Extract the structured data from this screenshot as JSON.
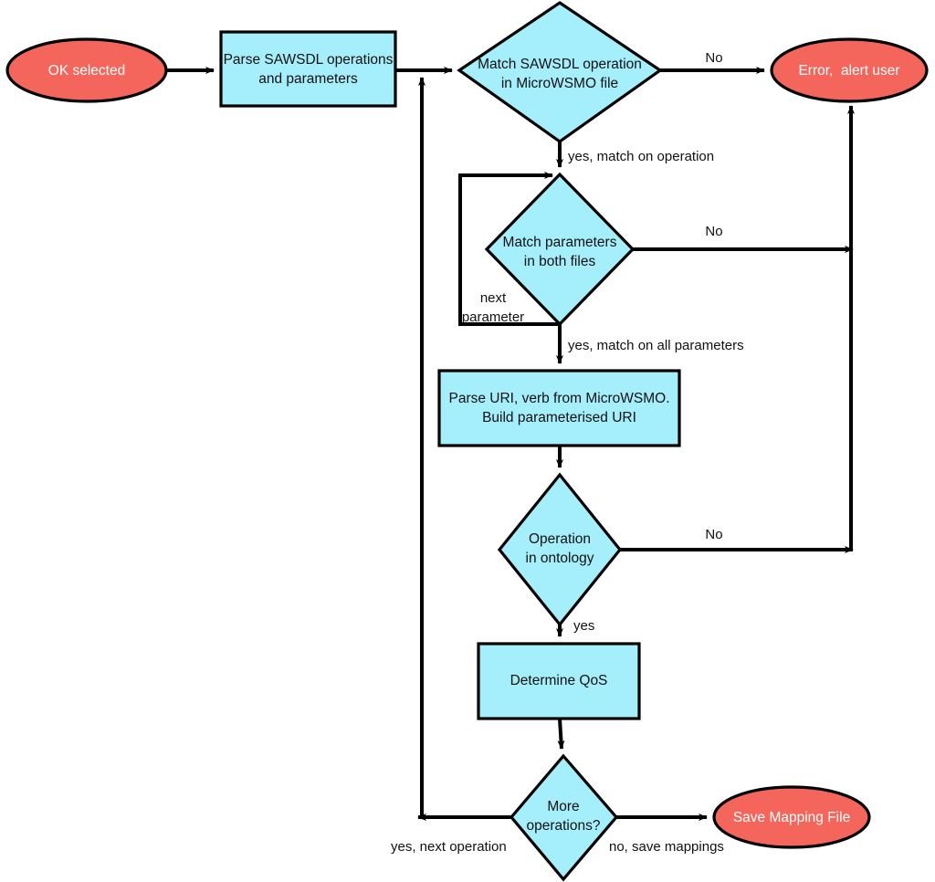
{
  "diagram": {
    "title": "SAWSDL to MicroWSMO mapping flowchart",
    "colors": {
      "process_fill": "#a5eefb",
      "terminal_fill": "#f4655b",
      "stroke": "#000000",
      "background": "#ffffff",
      "terminal_text": "#ffffff",
      "process_text": "#111111"
    }
  },
  "nodes": {
    "ok_selected": {
      "shape": "ellipse",
      "label": "OK selected"
    },
    "parse_sawsdl": {
      "shape": "rectangle",
      "label_line1": "Parse SAWSDL operations",
      "label_line2": "and parameters"
    },
    "match_operation": {
      "shape": "diamond",
      "label_line1": "Match SAWSDL operation",
      "label_line2": "in MicroWSMO file"
    },
    "error_alert": {
      "shape": "ellipse",
      "label": "Error,  alert user"
    },
    "match_parameters": {
      "shape": "diamond",
      "label_line1": "Match parameters",
      "label_line2": "in both files"
    },
    "parse_uri": {
      "shape": "rectangle",
      "label_line1": "Parse URI, verb from MicroWSMO.",
      "label_line2": "Build parameterised URI"
    },
    "operation_in_ontology": {
      "shape": "diamond",
      "label_line1": "Operation",
      "label_line2": "in ontology"
    },
    "determine_qos": {
      "shape": "rectangle",
      "label": "Determine QoS"
    },
    "more_operations": {
      "shape": "diamond",
      "label_line1": "More",
      "label_line2": "operations?"
    },
    "save_mapping_file": {
      "shape": "ellipse",
      "label": "Save Mapping File"
    }
  },
  "edge_labels": {
    "no_match_operation": "No",
    "yes_match_on_operation": "yes, match on operation",
    "no_match_parameters": "No",
    "next_parameter_line1": "next",
    "next_parameter_line2": "parameter",
    "yes_match_all_parameters": "yes, match on all parameters",
    "no_operation_in_ontology": "No",
    "yes_operation_in_ontology": "yes",
    "yes_next_operation": "yes, next operation",
    "no_save_mappings": "no, save mappings"
  }
}
